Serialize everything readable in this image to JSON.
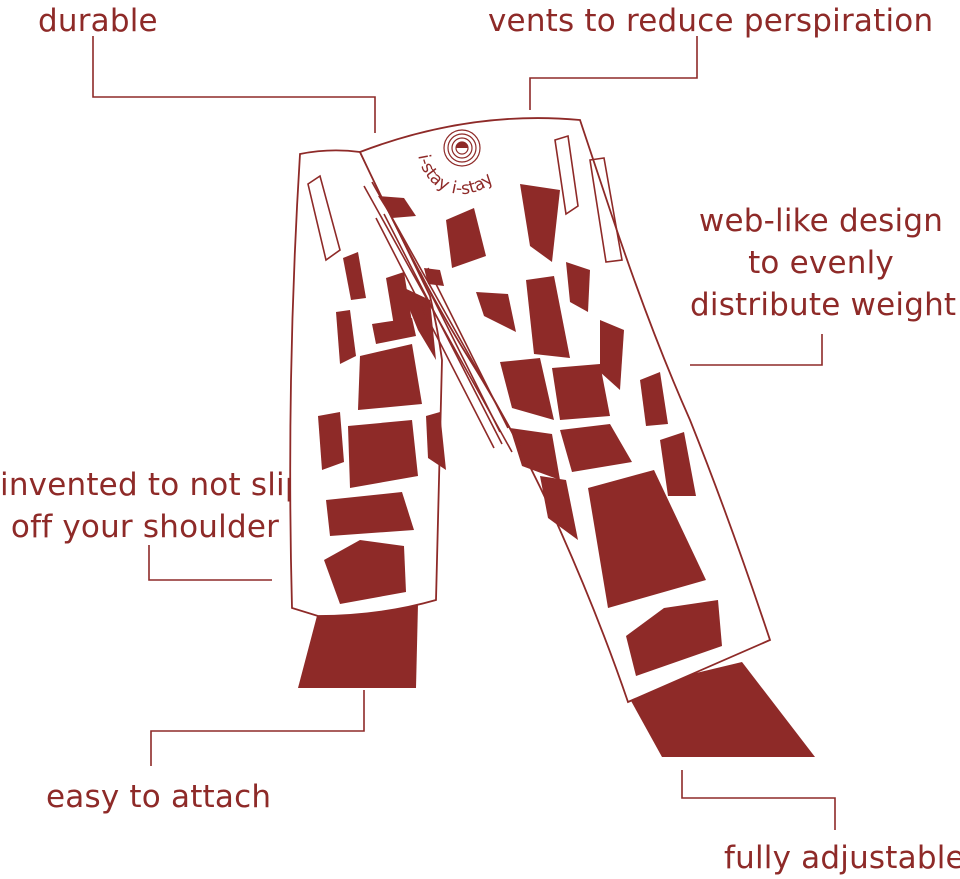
{
  "colors": {
    "accent": "#8e2a28",
    "background": "#ffffff"
  },
  "labels": {
    "durable": "durable",
    "vents": "vents to reduce perspiration",
    "web_line1": "web-like design",
    "web_line2": "to evenly",
    "web_line3": "distribute weight",
    "slip_line1": "invented to not slip",
    "slip_line2": "off your shoulder",
    "attach": "easy to attach",
    "adjustable": "fully adjustable"
  },
  "logo": {
    "text": "i-stay i-stay"
  }
}
